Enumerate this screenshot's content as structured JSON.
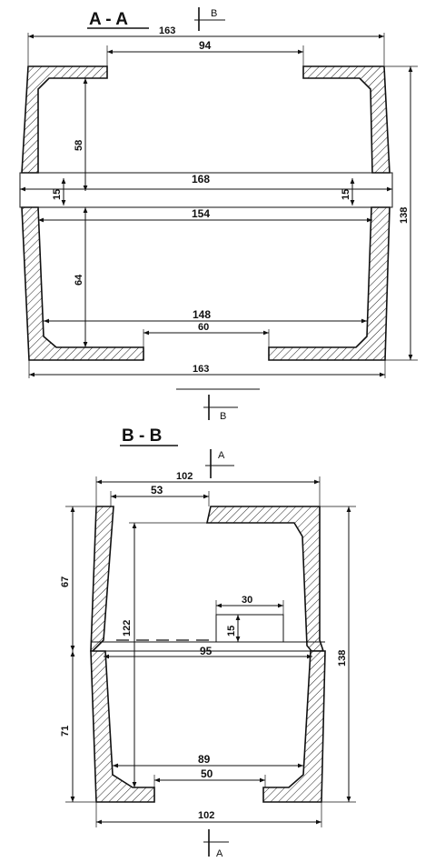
{
  "sections": {
    "aa": {
      "title": "A - A",
      "cut_marker": "B",
      "cut_marker_bottom": "B"
    },
    "bb": {
      "title": "B - B",
      "cut_marker": "A",
      "cut_marker_bottom": "A"
    }
  },
  "dimensions": {
    "aa": {
      "top_width": "163",
      "top_opening": "94",
      "joint_width": "168",
      "mid_width": "154",
      "lower_inner": "148",
      "bottom_opening": "60",
      "bottom_width": "163",
      "upper_height": "58",
      "lower_height": "64",
      "total_height": "138",
      "joint_left": "15",
      "joint_right": "15"
    },
    "bb": {
      "top_width": "102",
      "top_opening": "53",
      "upper_height": "67",
      "lower_height": "71",
      "inner_height": "122",
      "total_height": "138",
      "slot_width": "30",
      "slot_height": "15",
      "mid_width": "95",
      "lower_inner": "89",
      "bottom_opening": "50",
      "bottom_width": "102"
    }
  }
}
